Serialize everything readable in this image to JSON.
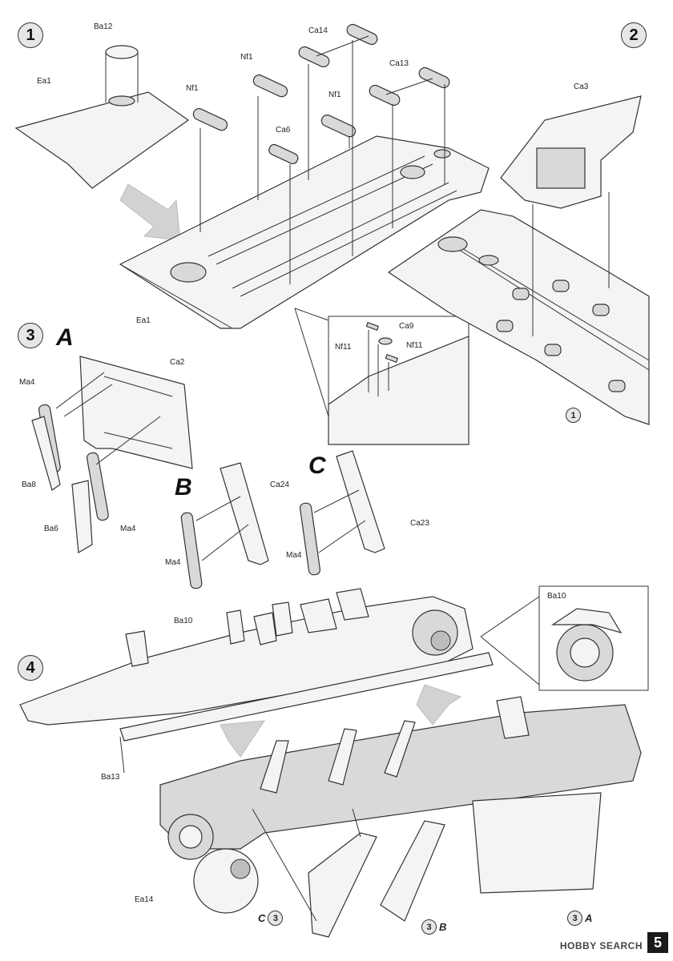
{
  "steps": [
    {
      "number": "1"
    },
    {
      "number": "2"
    },
    {
      "number": "3",
      "subassembly": "A"
    },
    {
      "number": "4"
    }
  ],
  "sub_labels": {
    "b": "B",
    "c": "C"
  },
  "parts": {
    "ba12": "Ba12",
    "ea1_top": "Ea1",
    "ea1_bottom": "Ea1",
    "nf1_a": "Nf1",
    "nf1_b": "Nf1",
    "nf1_c": "Nf1",
    "ca14": "Ca14",
    "ca13": "Ca13",
    "ca6": "Ca6",
    "ca3": "Ca3",
    "nf11_a": "Nf11",
    "nf11_b": "Nf11",
    "ca9": "Ca9",
    "ca2": "Ca2",
    "ma4_a": "Ma4",
    "ma4_b": "Ma4",
    "ma4_c": "Ma4",
    "ma4_d": "Ma4",
    "ba8": "Ba8",
    "ba6": "Ba6",
    "ca24": "Ca24",
    "ca23": "Ca23",
    "ba10_main": "Ba10",
    "ba10_detail": "Ba10",
    "ba13": "Ba13",
    "ea14": "Ea14"
  },
  "references": {
    "step2_ref": "1",
    "ref_c": {
      "letter": "C",
      "num": "3"
    },
    "ref_b": {
      "letter": "B",
      "num": "3"
    },
    "ref_a": {
      "letter": "A",
      "num": "3"
    }
  },
  "page_number": "5",
  "watermark": "HOBBY SEARCH"
}
